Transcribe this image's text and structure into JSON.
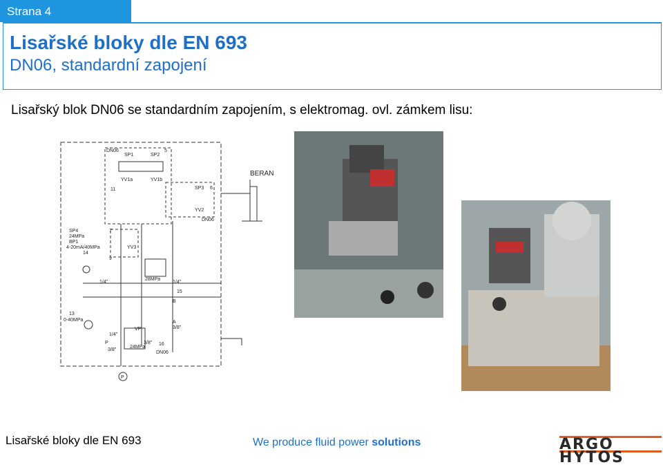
{
  "tab": {
    "label": "Strana 4"
  },
  "title": {
    "main": "Lisařské bloky dle EN 693",
    "sub": "DN06, standardní zapojení"
  },
  "subtitle": "Lisařský blok DN06 se standardním zapojením, s elektromag. ovl. zámkem lisu:",
  "schematic": {
    "labels": {
      "dn06_top": "DN06",
      "sp1": "SP1",
      "sp2": "SP2",
      "n5": "5",
      "yv1a": "YV1a",
      "yv1b": "YV1b",
      "n11": "11",
      "sp3": "SP3",
      "n6": "6",
      "yv2": "YV2",
      "dn06_mid": "DN06",
      "beran": "BERAN",
      "sp4": "SP4",
      "p24": "24MPa",
      "bp1": "BP1",
      "ma": "4-20mA/40MPa",
      "n14": "14",
      "n7": "7",
      "yv3": "YV3",
      "n9": "9",
      "p28": "28MPa",
      "q14a": "1/4\"",
      "q14b": "1/4\"",
      "n15": "15",
      "b": "B",
      "n13": "13",
      "m40": "0-40MPa",
      "vp": "VP",
      "a": "A",
      "a38": "3/8\"",
      "m14": "1/4\"",
      "p": "P",
      "n16": "16",
      "dn06_bot": "DN06",
      "s38a": "3/8\"",
      "s38b": "3/8\"",
      "p24b": "24MPa",
      "p_circle": "P"
    }
  },
  "footer": {
    "left": "Lisařské bloky dle EN 693",
    "center_a": "We produce fluid power ",
    "center_b": "solutions"
  },
  "logo": {
    "line1": "ARGO",
    "line2": "HYTOS"
  },
  "colors": {
    "accent": "#1f95e0",
    "title": "#1f6fc8",
    "logo_orange": "#e35a1e"
  }
}
